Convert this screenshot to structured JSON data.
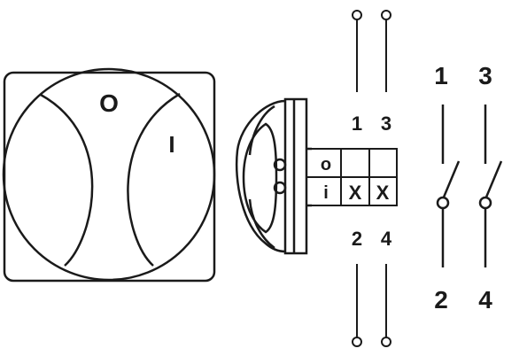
{
  "knob": {
    "off_label": "O",
    "on_label": "I"
  },
  "contact_table": {
    "top_terminals": [
      "1",
      "3"
    ],
    "bottom_terminals": [
      "2",
      "4"
    ],
    "rows": [
      {
        "position": "o",
        "cells": [
          "",
          ""
        ]
      },
      {
        "position": "i",
        "cells": [
          "X",
          "X"
        ]
      }
    ]
  },
  "schematic": {
    "top_terminals": [
      "1",
      "3"
    ],
    "bottom_terminals": [
      "2",
      "4"
    ]
  }
}
